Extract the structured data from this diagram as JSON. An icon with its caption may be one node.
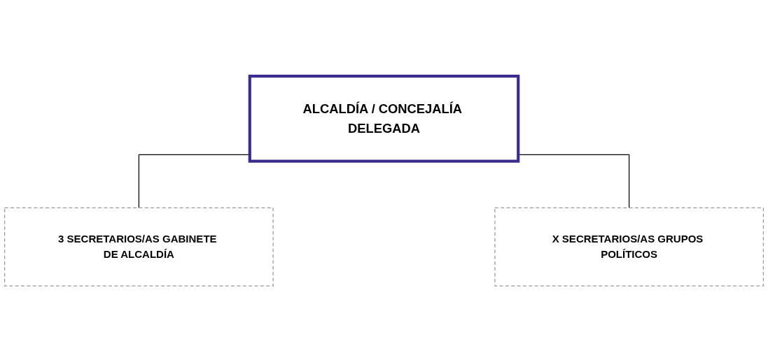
{
  "diagram": {
    "nodes": [
      {
        "text": [
          "ALCALDÍA / CONCEJALÍA DELEGADA"
        ]
      },
      {
        "text": [
          "3 SECRETARIOS/AS GABINETE DE ALCALDÍA"
        ]
      },
      {
        "text": [
          "X SECRETARIOS/AS GRUPOS POLÍTICOS"
        ]
      }
    ],
    "edges": [
      {
        "from": 0,
        "to": 1,
        "arrow": "none"
      },
      {
        "from": 0,
        "to": 2,
        "arrow": "none"
      }
    ]
  }
}
